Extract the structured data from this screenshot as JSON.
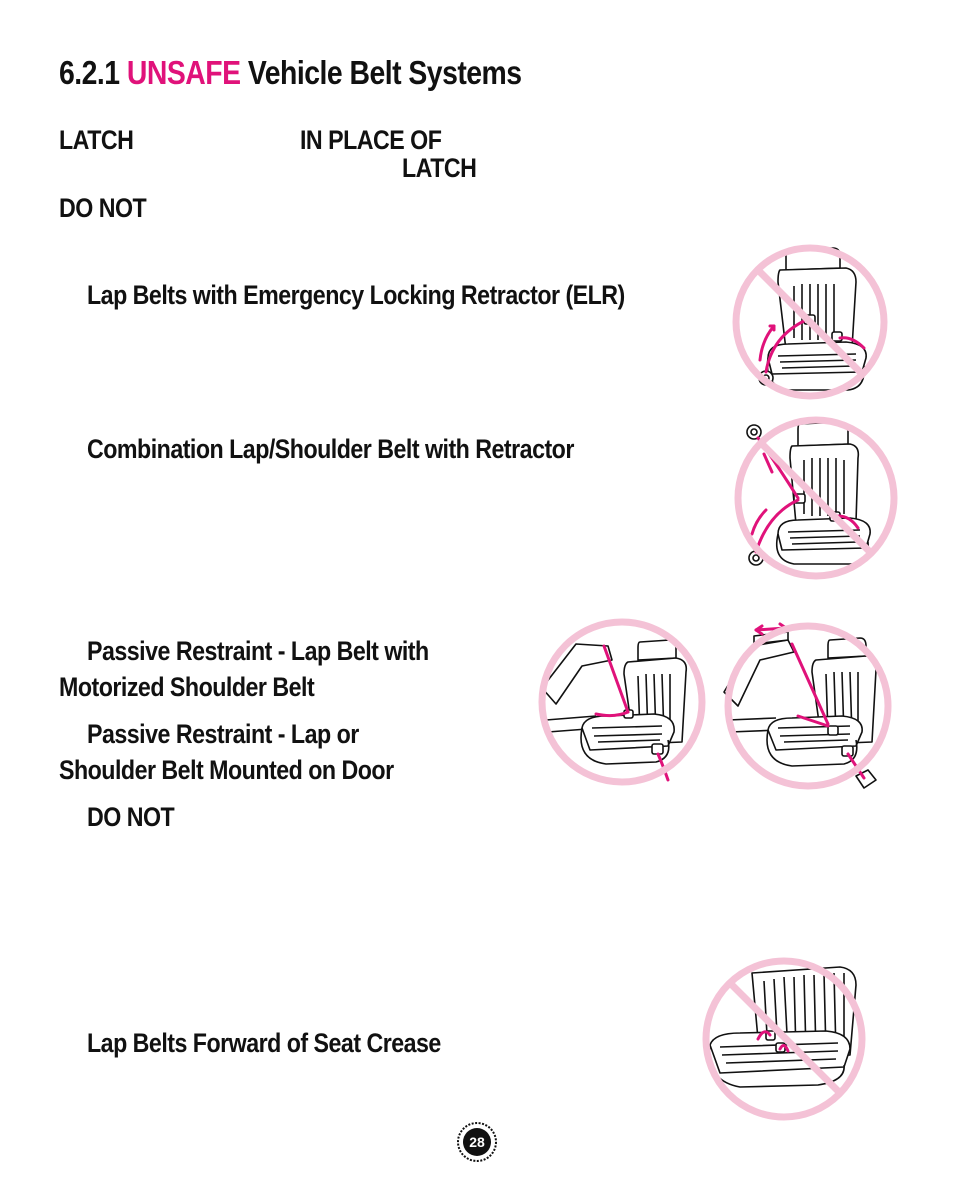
{
  "heading": {
    "number": "6.2.1",
    "highlight": "UNSAFE",
    "rest": "Vehicle Belt Systems"
  },
  "intro": {
    "latch_1": "LATCH",
    "in_place_of": "IN PLACE OF",
    "latch_2": "LATCH",
    "do_not": "DO NOT"
  },
  "items": {
    "elr": "Lap Belts with Emergency Locking Retractor (ELR)",
    "combo": "Combination Lap/Shoulder Belt with Retractor",
    "passive1_line1": "Passive Restraint - Lap Belt with",
    "passive1_line2": "Motorized Shoulder Belt",
    "passive2_line1": "Passive Restraint - Lap or",
    "passive2_line2": "Shoulder Belt Mounted on Door",
    "do_not": "DO NOT",
    "forward": "Lap Belts Forward of Seat Crease"
  },
  "page_number": "28",
  "colors": {
    "accent": "#e0127a",
    "prohibition_ring": "#f4c2d6",
    "belt": "#e0127a"
  }
}
